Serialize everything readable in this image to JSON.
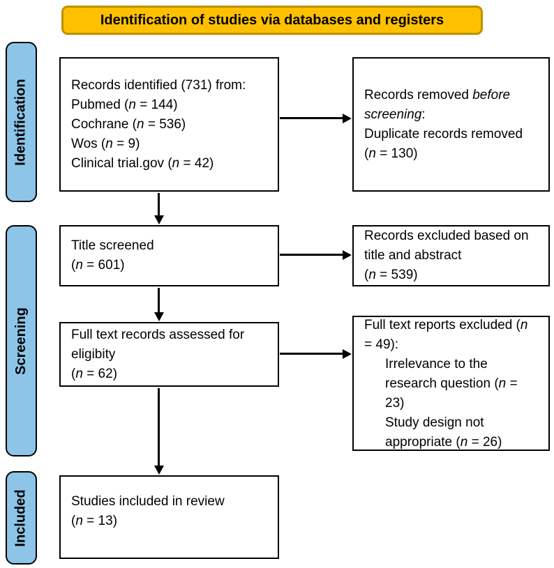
{
  "banner": {
    "title": "Identification of studies via databases and registers"
  },
  "colors": {
    "banner_fill": "#FFC000",
    "banner_border": "#BF9000",
    "stage_fill": "#8CC5E8",
    "box_border": "#000000",
    "arrow": "#000000"
  },
  "stages": [
    {
      "label": "Identification"
    },
    {
      "label": "Screening"
    },
    {
      "label": "Included"
    }
  ],
  "boxes": [
    {
      "id": "records-identified",
      "lines": [
        {
          "seg": [
            {
              "t": "Records identified (731) from:"
            }
          ]
        },
        {
          "seg": [
            {
              "t": "Pubmed ("
            },
            {
              "t": "n",
              "i": true
            },
            {
              "t": " = 144)"
            }
          ]
        },
        {
          "seg": [
            {
              "t": "Cochrane ("
            },
            {
              "t": "n",
              "i": true
            },
            {
              "t": " = 536)"
            }
          ]
        },
        {
          "seg": [
            {
              "t": "Wos ("
            },
            {
              "t": "n",
              "i": true
            },
            {
              "t": " = 9)"
            }
          ]
        },
        {
          "seg": [
            {
              "t": "Clinical trial.gov ("
            },
            {
              "t": "n",
              "i": true
            },
            {
              "t": " = 42)"
            }
          ]
        }
      ]
    },
    {
      "id": "records-removed-before-screening",
      "lines": [
        {
          "seg": [
            {
              "t": "Records removed "
            },
            {
              "t": "before screening",
              "i": true
            },
            {
              "t": ":"
            }
          ]
        },
        {
          "seg": [
            {
              "t": "Duplicate records removed ("
            },
            {
              "t": "n",
              "i": true
            },
            {
              "t": " = 130)"
            }
          ]
        }
      ]
    },
    {
      "id": "title-screened",
      "lines": [
        {
          "seg": [
            {
              "t": "Title screened"
            }
          ]
        },
        {
          "seg": [
            {
              "t": "("
            },
            {
              "t": "n",
              "i": true
            },
            {
              "t": " = 601)"
            }
          ]
        }
      ]
    },
    {
      "id": "records-excluded-title-abstract",
      "lines": [
        {
          "seg": [
            {
              "t": "Records excluded based on title and abstract"
            }
          ]
        },
        {
          "seg": [
            {
              "t": "("
            },
            {
              "t": "n",
              "i": true
            },
            {
              "t": " = 539)"
            }
          ]
        }
      ]
    },
    {
      "id": "full-text-assessed",
      "lines": [
        {
          "seg": [
            {
              "t": "Full text records assessed for eligibity"
            }
          ]
        },
        {
          "seg": [
            {
              "t": "("
            },
            {
              "t": "n",
              "i": true
            },
            {
              "t": " = 62)"
            }
          ]
        }
      ]
    },
    {
      "id": "full-text-excluded",
      "lines": [
        {
          "seg": [
            {
              "t": "Full text reports excluded ("
            },
            {
              "t": "n",
              "i": true
            },
            {
              "t": " = 49):"
            }
          ]
        },
        {
          "indent": true,
          "seg": [
            {
              "t": "Irrelevance to the research question ("
            },
            {
              "t": "n",
              "i": true
            },
            {
              "t": " = 23)"
            }
          ]
        },
        {
          "indent": true,
          "seg": [
            {
              "t": "Study design not appropriate ("
            },
            {
              "t": "n",
              "i": true
            },
            {
              "t": " = 26)"
            }
          ]
        }
      ]
    },
    {
      "id": "studies-included",
      "lines": [
        {
          "seg": [
            {
              "t": "Studies included in review"
            }
          ]
        },
        {
          "seg": [
            {
              "t": "("
            },
            {
              "t": "n",
              "i": true
            },
            {
              "t": " = 13)"
            }
          ]
        }
      ]
    }
  ]
}
